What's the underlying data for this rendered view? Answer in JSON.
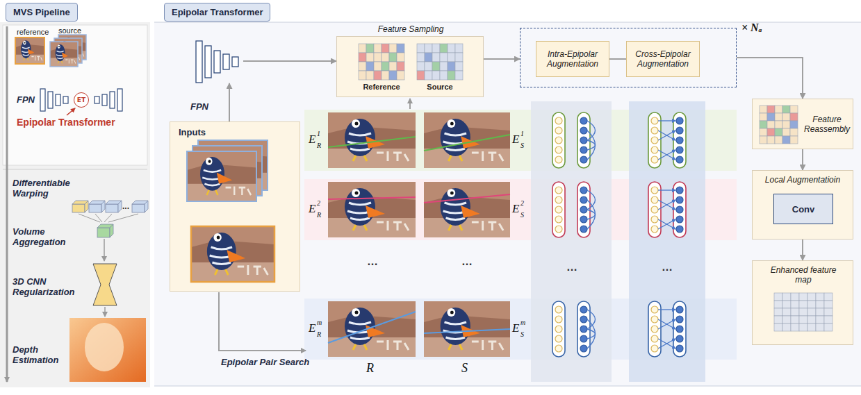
{
  "diagram": {
    "nodes": [
      {
        "text": [
          "MVS Pipeline"
        ]
      },
      {
        "text": [
          "ET"
        ],
        "in": 0
      },
      {
        "text": [
          "Epipolar Transformer"
        ]
      },
      {
        "text": [
          "FPN"
        ],
        "in": 2
      },
      {
        "text": [
          "Inputs"
        ],
        "in": 2
      },
      {
        "text": [
          "Feature Sampling",
          "Reference",
          "Source"
        ],
        "in": 2
      },
      {
        "text": [
          "× Nₐ"
        ],
        "in": 2
      },
      {
        "text": [
          "Intra-Epipolar Augmentation"
        ],
        "in": 6
      },
      {
        "text": [
          "Cross-Epipolar Augmentation"
        ],
        "in": 6
      },
      {
        "text": [
          "Feature Reassembly"
        ],
        "in": 2
      },
      {
        "text": [
          "Local Augmentatioin"
        ],
        "in": 2
      },
      {
        "text": [
          "Conv"
        ],
        "in": 10
      },
      {
        "text": [
          "Enhanced feature map"
        ],
        "in": 2
      }
    ],
    "edges": [
      {
        "from": 4,
        "to": 3,
        "arrow": "to"
      },
      {
        "from": 3,
        "to": 5,
        "arrow": "to"
      },
      {
        "from": 5,
        "to": 6,
        "arrow": "to"
      },
      {
        "from": 7,
        "to": 8,
        "arrow": "none"
      },
      {
        "from": 6,
        "to": 9,
        "arrow": "to"
      },
      {
        "from": 9,
        "to": 10,
        "arrow": "to"
      },
      {
        "from": 10,
        "to": 12,
        "arrow": "to"
      }
    ],
    "labels": [
      "reference",
      "source",
      "FPN",
      "Epipolar Transformer",
      "Differentiable Warping",
      "...",
      "Volume Aggregation",
      "3D CNN Regularization",
      "Depth Estimation",
      "E",
      "R",
      "1",
      "E",
      "S",
      "1",
      "E",
      "R",
      "2",
      "E",
      "S",
      "2",
      "E",
      "R",
      "m",
      "E",
      "S",
      "m",
      "…",
      "…",
      "…",
      "…",
      "Epipolar Pair Search",
      "R",
      "S"
    ]
  }
}
